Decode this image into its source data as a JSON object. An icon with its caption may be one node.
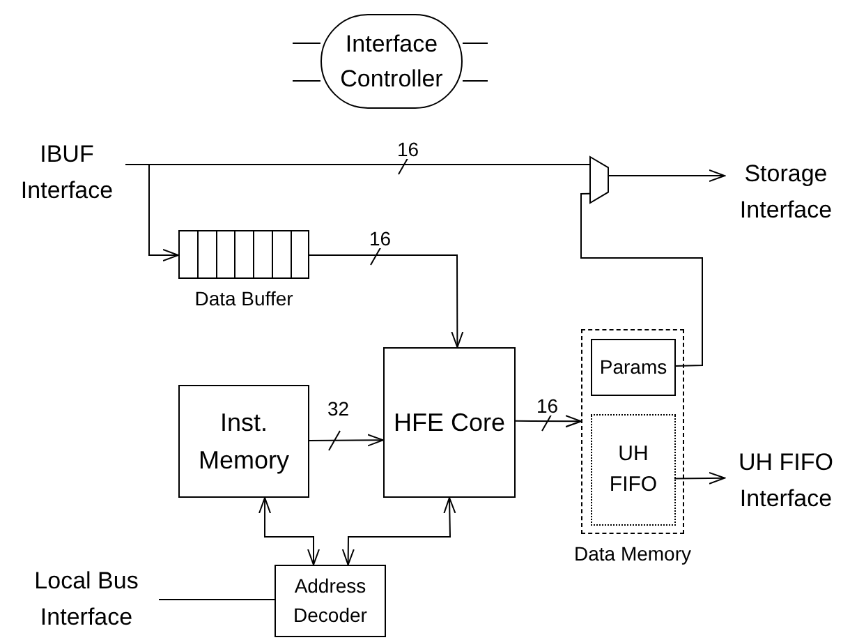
{
  "diagram": {
    "nodes": [
      {
        "text": [
          "Interface Controller"
        ]
      },
      {
        "text": [
          "IBUF Interface"
        ]
      },
      {
        "text": [],
        "shape": "trapezoid"
      },
      {
        "text": [
          "Storage Interface"
        ]
      },
      {
        "text": [
          "Data Buffer"
        ]
      },
      {
        "text": [
          "Inst. Memory"
        ]
      },
      {
        "text": [
          "HFE Core"
        ]
      },
      {
        "text": [
          "Data Memory"
        ]
      },
      {
        "text": [
          "Params"
        ],
        "in": 7
      },
      {
        "text": [
          "UH FIFO"
        ],
        "in": 7
      },
      {
        "text": [
          "UH FIFO Interface"
        ]
      },
      {
        "text": [
          "Local Bus Interface"
        ]
      },
      {
        "text": [
          "Address Decoder"
        ]
      }
    ],
    "edges": [
      {
        "from": 1,
        "to": 2,
        "arrow": "none",
        "label": "16"
      },
      {
        "from": 1,
        "to": 4,
        "arrow": "to"
      },
      {
        "from": 2,
        "to": 3,
        "arrow": "to"
      },
      {
        "from": 4,
        "to": 6,
        "arrow": "to",
        "label": "16"
      },
      {
        "from": 5,
        "to": 6,
        "arrow": "to",
        "label": "32"
      },
      {
        "from": 6,
        "to": 7,
        "arrow": "to",
        "label": "16"
      },
      {
        "from": 8,
        "to": 2,
        "arrow": "none"
      },
      {
        "from": 9,
        "to": 10,
        "arrow": "to"
      },
      {
        "from": 5,
        "to": 12,
        "arrow": "both"
      },
      {
        "from": 6,
        "to": 12,
        "arrow": "both"
      },
      {
        "from": 11,
        "to": 12,
        "arrow": "none"
      }
    ]
  }
}
